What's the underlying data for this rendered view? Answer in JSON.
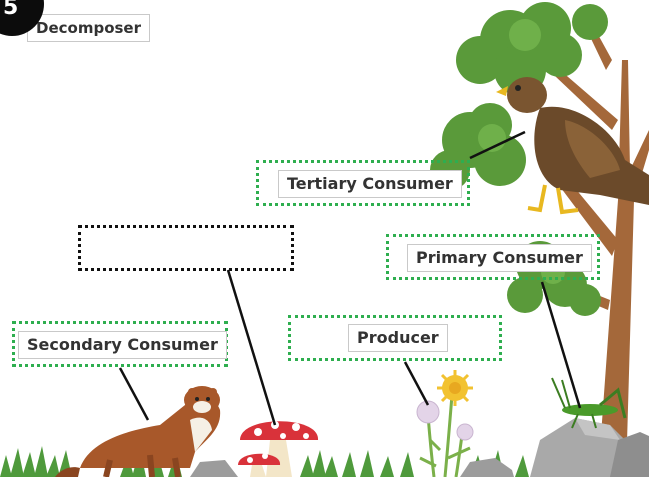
{
  "badge": {
    "number": "5"
  },
  "word_bank": {
    "decomposer": "Decomposer"
  },
  "labels": {
    "tertiary": "Tertiary Consumer",
    "primary": "Primary Consumer",
    "secondary": "Secondary Consumer",
    "producer": "Producer"
  },
  "icons": [
    "eagle-icon",
    "weasel-icon",
    "mushroom-icon",
    "grasshopper-icon",
    "dandelion-icon",
    "tree-icon",
    "rock-icon"
  ],
  "colors": {
    "drop_border": "#2eae4f",
    "empty_border": "#111111",
    "leaf": "#5a9a3a",
    "trunk": "#a4683a"
  }
}
